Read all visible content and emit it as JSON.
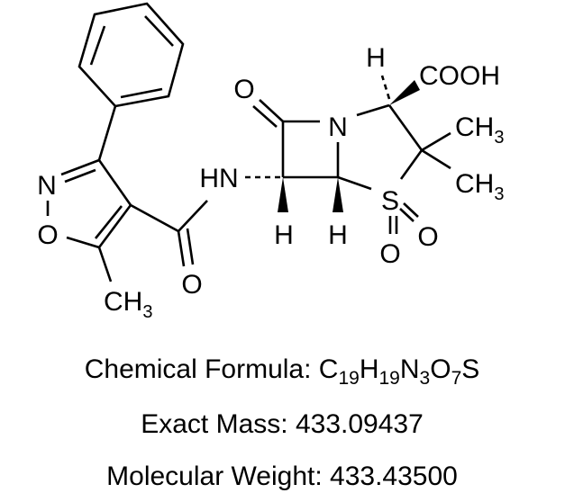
{
  "molecule": {
    "atoms": {
      "N_isox": "N",
      "O_isox": "O",
      "CH3_isox": "CH",
      "CH3_isox_sub": "3",
      "O_amide": "O",
      "HN": "HN",
      "O_lactam": "O",
      "N_ring": "N",
      "H_c6": "H",
      "H_c5": "H",
      "S": "S",
      "O_s1": "O",
      "O_s2": "O",
      "H_c3": "H",
      "COOH": "COOH",
      "CH3_a": "CH",
      "CH3_a_sub": "3",
      "CH3_b": "CH",
      "CH3_b_sub": "3"
    }
  },
  "caption": {
    "formula_label": "Chemical Formula: ",
    "formula": [
      {
        "t": "C",
        "sub": "19"
      },
      {
        "t": "H",
        "sub": "19"
      },
      {
        "t": "N",
        "sub": "3"
      },
      {
        "t": "O",
        "sub": "7"
      },
      {
        "t": "S",
        "sub": ""
      }
    ],
    "exact_mass": "Exact Mass: 433.09437",
    "molecular_weight": "Molecular Weight: 433.43500"
  }
}
